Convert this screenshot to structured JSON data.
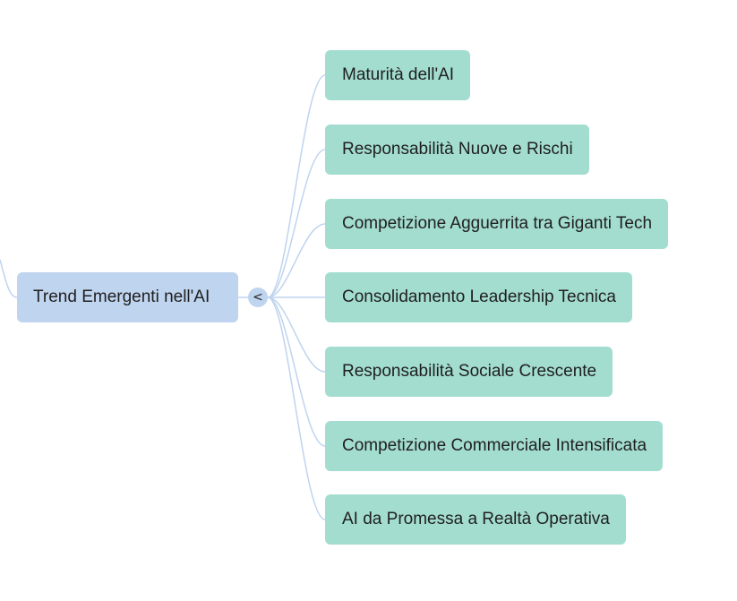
{
  "mindmap": {
    "root": {
      "label": "Trend Emergenti nell'AI"
    },
    "collapse_button": {
      "symbol": "<"
    },
    "children": [
      {
        "label": "Maturità dell'AI"
      },
      {
        "label": "Responsabilità Nuove e Rischi"
      },
      {
        "label": "Competizione Agguerrita tra Giganti Tech"
      },
      {
        "label": "Consolidamento Leadership Tecnica"
      },
      {
        "label": "Responsabilità Sociale Crescente"
      },
      {
        "label": "Competizione Commerciale Intensificata"
      },
      {
        "label": "AI da Promessa a Realtà Operativa"
      }
    ],
    "colors": {
      "root_fill": "#bfd4ef",
      "child_fill": "#a3ddd0",
      "connector": "#bfd4ef"
    }
  }
}
